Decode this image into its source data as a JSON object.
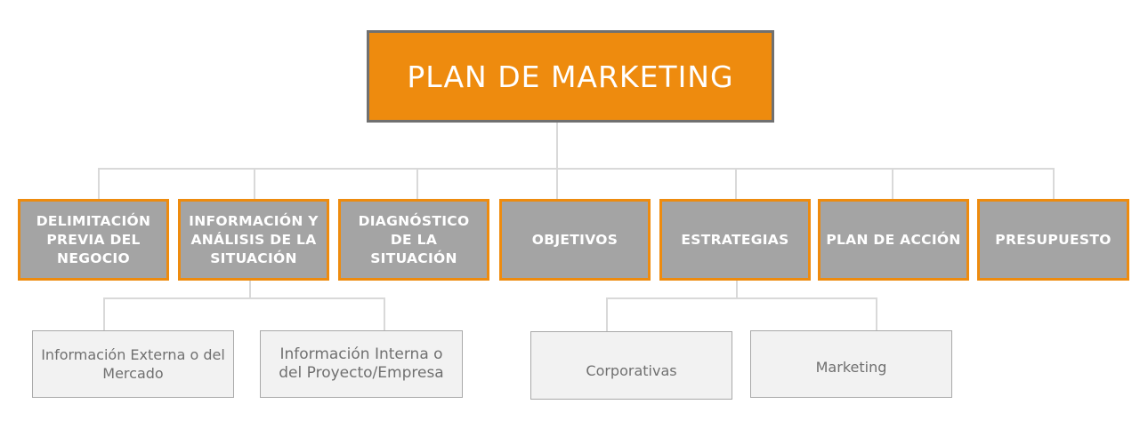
{
  "root": {
    "label": "PLAN DE MARKETING"
  },
  "categories": [
    {
      "label": "DELIMITACIÓN PREVIA DEL NEGOCIO"
    },
    {
      "label": "INFORMACIÓN Y ANÁLISIS DE LA SITUACIÓN"
    },
    {
      "label": "DIAGNÓSTICO DE LA SITUACIÓN"
    },
    {
      "label": "OBJETIVOS"
    },
    {
      "label": "ESTRATEGIAS"
    },
    {
      "label": "PLAN DE ACCIÓN"
    },
    {
      "label": "PRESUPUESTO"
    }
  ],
  "informacion_children": [
    {
      "label": "Información Externa o del Mercado"
    },
    {
      "label": "Información Interna o del Proyecto/Empresa"
    }
  ],
  "estrategias_children": [
    {
      "label": "Corporativas"
    },
    {
      "label": "Marketing"
    }
  ],
  "colors": {
    "root_fill": "#EE8B0E",
    "root_border": "#707070",
    "category_fill": "#A4A4A4",
    "category_border": "#EE8B0E",
    "sub_fill": "#F2F2F2",
    "sub_border": "#A9A9A9",
    "connector": "#D9D9D9"
  }
}
